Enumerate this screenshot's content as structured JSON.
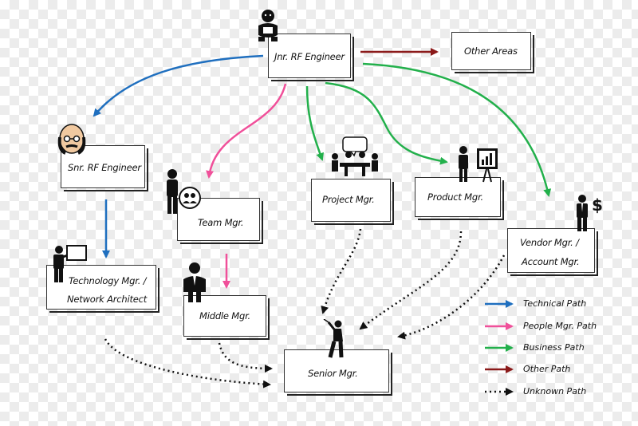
{
  "nodes": {
    "jnr_rf_engineer": "Jnr. RF Engineer",
    "other_areas": "Other Areas",
    "snr_rf_engineer": "Snr. RF Engineer",
    "team_mgr": "Team Mgr.",
    "project_mgr": "Project Mgr.",
    "product_mgr": "Product Mgr.",
    "vendor_mgr_line1": "Vendor Mgr. /",
    "vendor_mgr_line2": "Account Mgr.",
    "technology_mgr_line1": "Technology Mgr. /",
    "technology_mgr_line2": "Network Architect",
    "middle_mgr": "Middle Mgr.",
    "senior_mgr": "Senior Mgr."
  },
  "legend": {
    "technical": "Technical Path",
    "people": "People Mgr. Path",
    "business": "Business Path",
    "other": "Other Path",
    "unknown": "Unknown Path"
  },
  "colors": {
    "technical": "#1f6fbf",
    "people": "#f0509a",
    "business": "#22b04b",
    "other": "#8b1a1a",
    "unknown": "#111111"
  },
  "edges": [
    {
      "from": "Jnr. RF Engineer",
      "to": "Snr. RF Engineer",
      "path": "technical"
    },
    {
      "from": "Snr. RF Engineer",
      "to": "Technology Mgr. / Network Architect",
      "path": "technical"
    },
    {
      "from": "Jnr. RF Engineer",
      "to": "Team Mgr.",
      "path": "people"
    },
    {
      "from": "Team Mgr.",
      "to": "Middle Mgr.",
      "path": "people"
    },
    {
      "from": "Jnr. RF Engineer",
      "to": "Project Mgr.",
      "path": "business"
    },
    {
      "from": "Jnr. RF Engineer",
      "to": "Product Mgr.",
      "path": "business"
    },
    {
      "from": "Jnr. RF Engineer",
      "to": "Vendor Mgr. / Account Mgr.",
      "path": "business"
    },
    {
      "from": "Jnr. RF Engineer",
      "to": "Other Areas",
      "path": "other"
    },
    {
      "from": "Project Mgr.",
      "to": "Senior Mgr.",
      "path": "unknown"
    },
    {
      "from": "Product Mgr.",
      "to": "Senior Mgr.",
      "path": "unknown"
    },
    {
      "from": "Vendor Mgr. / Account Mgr.",
      "to": "Senior Mgr.",
      "path": "unknown"
    },
    {
      "from": "Technology Mgr. / Network Architect",
      "to": "Senior Mgr.",
      "path": "unknown"
    },
    {
      "from": "Middle Mgr.",
      "to": "Senior Mgr.",
      "path": "unknown"
    }
  ],
  "icons": [
    "baby-icon",
    "bald-engineer-icon",
    "team-presenter-icon",
    "meeting-table-icon",
    "presentation-board-icon",
    "dollar-businessman-icon",
    "whiteboard-teacher-icon",
    "businessman-icon",
    "golfer-icon"
  ]
}
